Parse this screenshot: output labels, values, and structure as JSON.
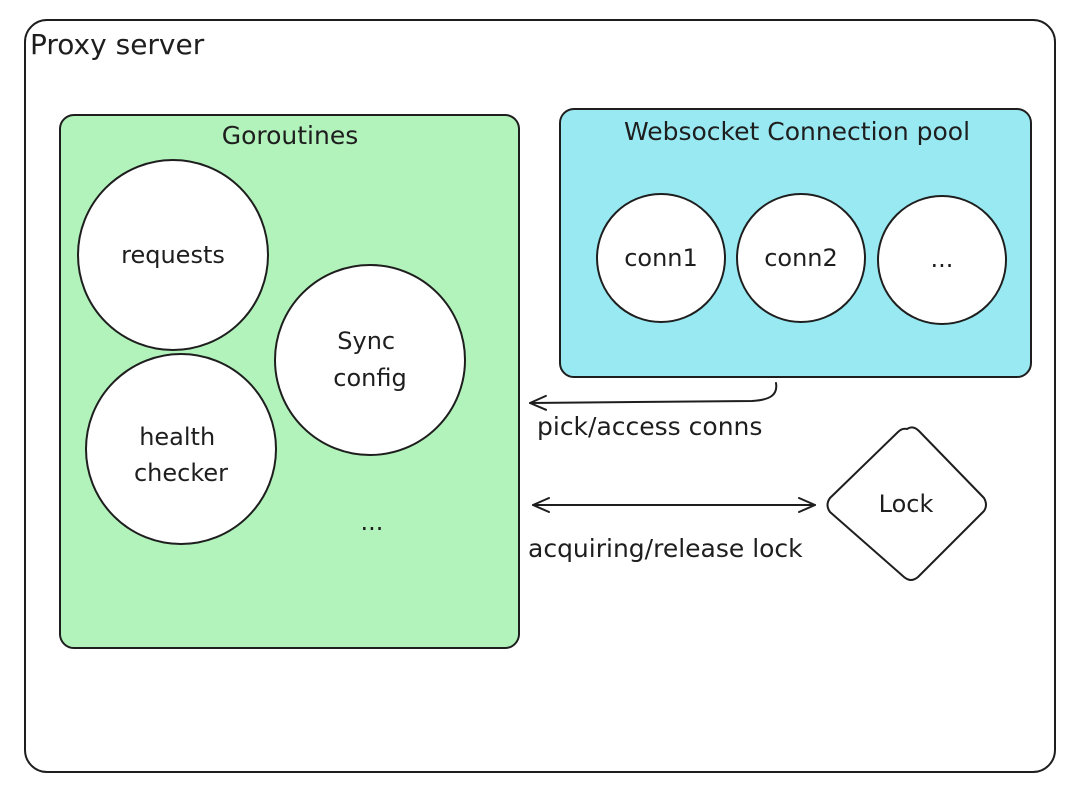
{
  "diagram": {
    "title": "Proxy server",
    "groups": {
      "goroutines": {
        "label": "Goroutines",
        "fill": "#b2f2bb"
      },
      "pool": {
        "label": "Websocket Connection pool",
        "fill": "#99e9f2"
      }
    },
    "nodes": {
      "requests": "requests",
      "sync_config": [
        "Sync",
        "config"
      ],
      "health_checker": [
        "health",
        "checker"
      ],
      "goroutines_more": "...",
      "conn1": "conn1",
      "conn2": "conn2",
      "conns_more": "...",
      "lock": "Lock"
    },
    "edges": {
      "pick": "pick/access conns",
      "lock": "acquiring/release lock"
    }
  }
}
